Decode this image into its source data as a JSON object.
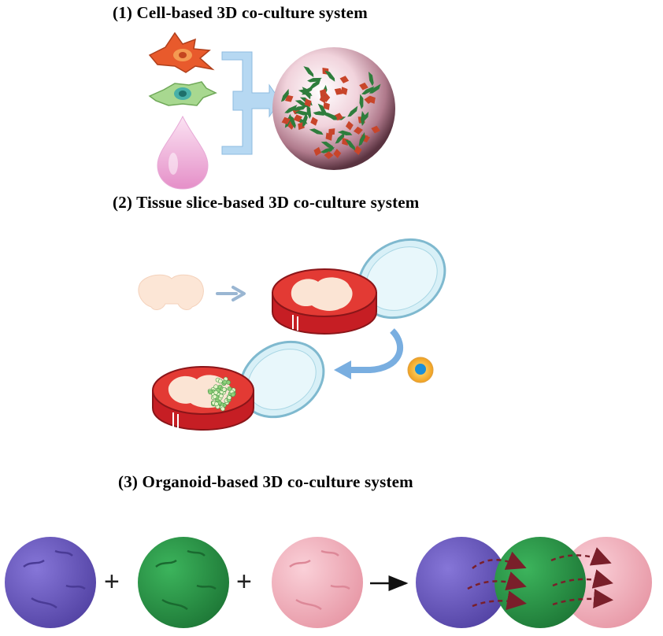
{
  "panels": [
    {
      "id": "cell",
      "title": "(1) Cell-based 3D co-culture system"
    },
    {
      "id": "tissue",
      "title": "(2) Tissue slice-based 3D co-culture system"
    },
    {
      "id": "organoid",
      "title": "(3) Organoid-based 3D co-culture system"
    }
  ],
  "operators": {
    "plus": "+"
  },
  "colors": {
    "purple_organoid": "#7060c0",
    "green_organoid": "#2f9a4c",
    "pink_organoid": "#f2aab8",
    "arrow_blue": "#a8d0ee",
    "culture_medium_red": "#d7262b",
    "dish_blue": "#bfe6f0",
    "flow_arrow": "#8a2b2b"
  },
  "icons": [
    "fibroblast-cell-icon",
    "tumor-cell-icon",
    "matrix-droplet-icon",
    "spheroid-icon",
    "brain-slice-icon",
    "petri-dish-icon",
    "immune-cell-icon",
    "organoid-icon"
  ]
}
